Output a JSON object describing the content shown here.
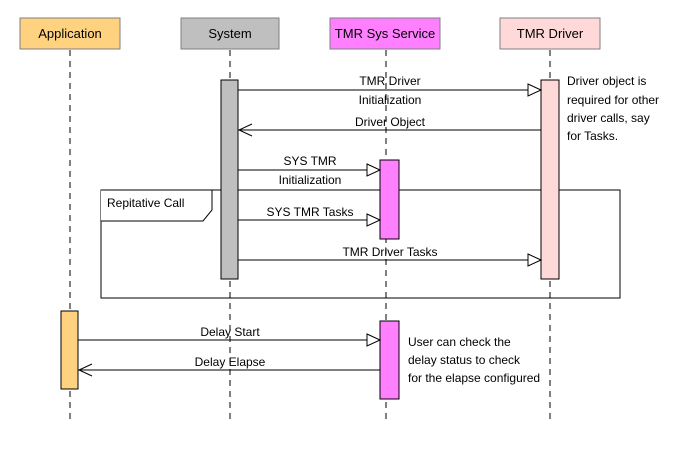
{
  "participants": [
    {
      "id": "application",
      "label": "Application",
      "color": "#FFD280"
    },
    {
      "id": "system",
      "label": "System",
      "color": "#BFBFBF"
    },
    {
      "id": "tmr_sys_service",
      "label": "TMR Sys Service",
      "color": "#FF80FF"
    },
    {
      "id": "tmr_driver",
      "label": "TMR Driver",
      "color": "#FFD8D8"
    }
  ],
  "messages": [
    {
      "id": "m1",
      "line1": "TMR Driver",
      "line2": "Initialization",
      "from": "system",
      "to": "tmr_driver"
    },
    {
      "id": "m2",
      "line1": "Driver Object",
      "line2": "",
      "from": "tmr_driver",
      "to": "system"
    },
    {
      "id": "m3",
      "line1": "SYS TMR",
      "line2": "Initialization",
      "from": "system",
      "to": "tmr_sys_service"
    },
    {
      "id": "m4",
      "line1": "SYS TMR Tasks",
      "line2": "",
      "from": "system",
      "to": "tmr_sys_service"
    },
    {
      "id": "m5",
      "line1": "TMR Driver Tasks",
      "line2": "",
      "from": "system",
      "to": "tmr_driver"
    },
    {
      "id": "m6",
      "line1": "Delay Start",
      "line2": "",
      "from": "application",
      "to": "tmr_sys_service"
    },
    {
      "id": "m7",
      "line1": "Delay Elapse",
      "line2": "",
      "from": "tmr_sys_service",
      "to": "application"
    }
  ],
  "fragment": {
    "label": "Repitative Call"
  },
  "notes": {
    "driver_note": [
      "Driver object is",
      "required for other",
      "driver calls, say",
      "for Tasks."
    ],
    "service_note": [
      "User can check the",
      "delay status to check",
      "for the elapse configured"
    ]
  }
}
